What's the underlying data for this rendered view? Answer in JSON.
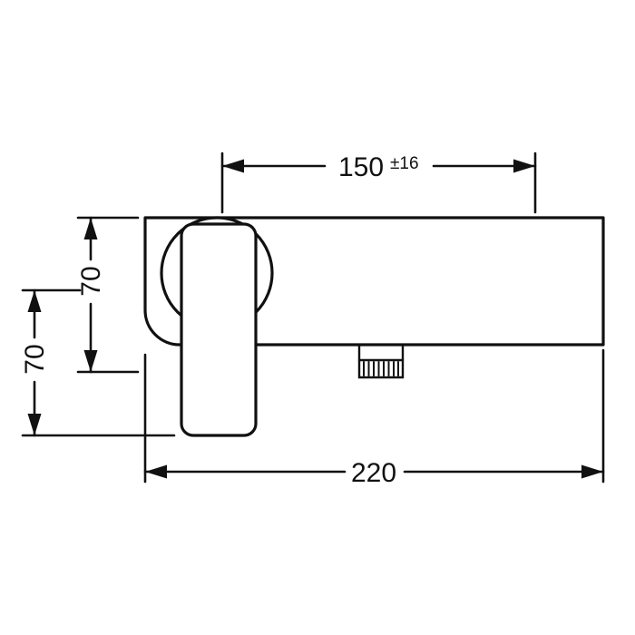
{
  "drawing": {
    "kind": "technical-dimension-diagram",
    "colors": {
      "line": "#111111",
      "background": "#ffffff"
    },
    "dimensions": {
      "top_width": {
        "value": "150",
        "tolerance": "±16"
      },
      "height_inner": {
        "value": "70"
      },
      "height_outer": {
        "value": "70"
      },
      "bottom_width": {
        "value": "220"
      }
    }
  }
}
